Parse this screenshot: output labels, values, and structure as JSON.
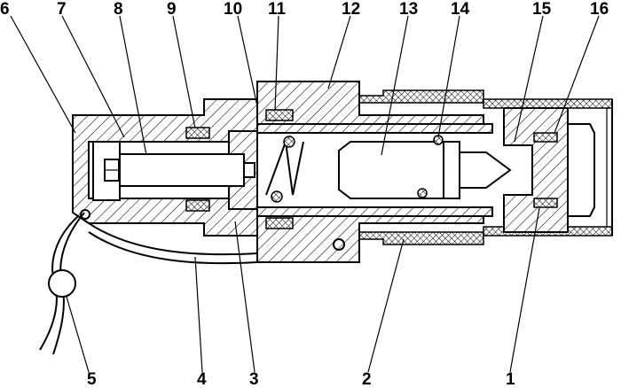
{
  "diagram": {
    "top_labels": [
      {
        "id": "6",
        "text": "6"
      },
      {
        "id": "7",
        "text": "7"
      },
      {
        "id": "8",
        "text": "8"
      },
      {
        "id": "9",
        "text": "9"
      },
      {
        "id": "10",
        "text": "10"
      },
      {
        "id": "11",
        "text": "11"
      },
      {
        "id": "12",
        "text": "12"
      },
      {
        "id": "13",
        "text": "13"
      },
      {
        "id": "14",
        "text": "14"
      },
      {
        "id": "15",
        "text": "15"
      },
      {
        "id": "16",
        "text": "16"
      }
    ],
    "bottom_labels": [
      {
        "id": "5",
        "text": "5"
      },
      {
        "id": "4",
        "text": "4"
      },
      {
        "id": "3",
        "text": "3"
      },
      {
        "id": "2",
        "text": "2"
      },
      {
        "id": "1",
        "text": "1"
      }
    ]
  }
}
